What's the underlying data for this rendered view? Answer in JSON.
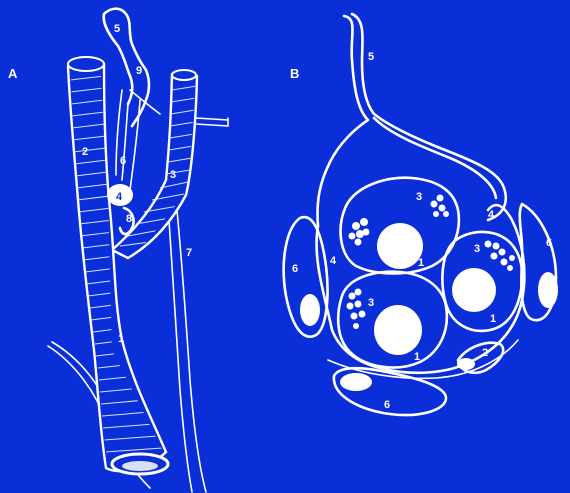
{
  "figure": {
    "panel_a": {
      "label": "A",
      "numbers": [
        "5",
        "9",
        "2",
        "6",
        "4",
        "8",
        "3",
        "7",
        "1"
      ]
    },
    "panel_b": {
      "label": "B",
      "numbers": [
        "5",
        "3",
        "4",
        "6",
        "4",
        "1",
        "3",
        "6",
        "3",
        "1",
        "1",
        "2",
        "6"
      ]
    }
  },
  "colors": {
    "background": "#0a2fd8",
    "lines": "#ffffff"
  }
}
